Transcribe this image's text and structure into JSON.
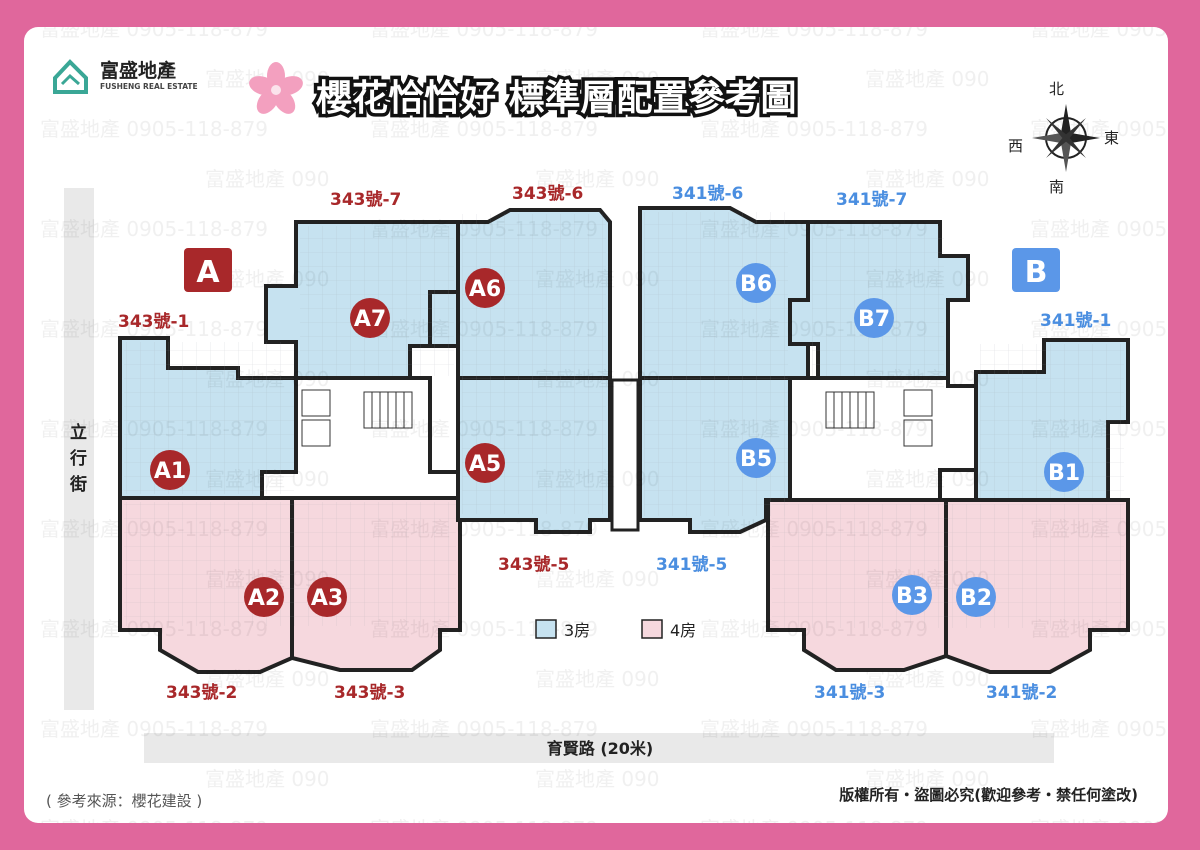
{
  "brand": {
    "name": "富盛地產",
    "name_en": "FUSHENG REAL ESTATE",
    "watermark": "富盛地產 0905-118-879"
  },
  "title": "櫻花恰恰好 標準層配置參考圖",
  "compass": {
    "north": "北",
    "south": "南",
    "east": "東",
    "west": "西"
  },
  "buildings": {
    "a": {
      "label": "A"
    },
    "b": {
      "label": "B"
    }
  },
  "units": {
    "A1": {
      "label": "A1",
      "type": "3房",
      "address": "343號-1"
    },
    "A2": {
      "label": "A2",
      "type": "4房",
      "address": "343號-2"
    },
    "A3": {
      "label": "A3",
      "type": "4房",
      "address": "343號-3"
    },
    "A5": {
      "label": "A5",
      "type": "3房",
      "address": "343號-5"
    },
    "A6": {
      "label": "A6",
      "type": "3房",
      "address": "343號-6"
    },
    "A7": {
      "label": "A7",
      "type": "3房",
      "address": "343號-7"
    },
    "B1": {
      "label": "B1",
      "type": "3房",
      "address": "341號-1"
    },
    "B2": {
      "label": "B2",
      "type": "4房",
      "address": "341號-2"
    },
    "B3": {
      "label": "B3",
      "type": "4房",
      "address": "341號-3"
    },
    "B5": {
      "label": "B5",
      "type": "3房",
      "address": "341號-5"
    },
    "B6": {
      "label": "B6",
      "type": "3房",
      "address": "341號-6"
    },
    "B7": {
      "label": "B7",
      "type": "3房",
      "address": "341號-7"
    }
  },
  "legend": [
    {
      "label": "3房",
      "color": "#c6e2f0"
    },
    {
      "label": "4房",
      "color": "#f6d8de"
    }
  ],
  "roads": {
    "left": "立行街",
    "bottom": "育賢路 (20米)"
  },
  "footer": {
    "source": "( 參考來源：櫻花建設 )",
    "copyright": "版權所有・盜圖必究(歡迎參考・禁任何塗改)"
  },
  "colors": {
    "frame": "#e0679c",
    "three_room": "#c6e2f0",
    "four_room": "#f6d8de",
    "a_accent": "#a8282a",
    "b_accent": "#5b97e8"
  }
}
